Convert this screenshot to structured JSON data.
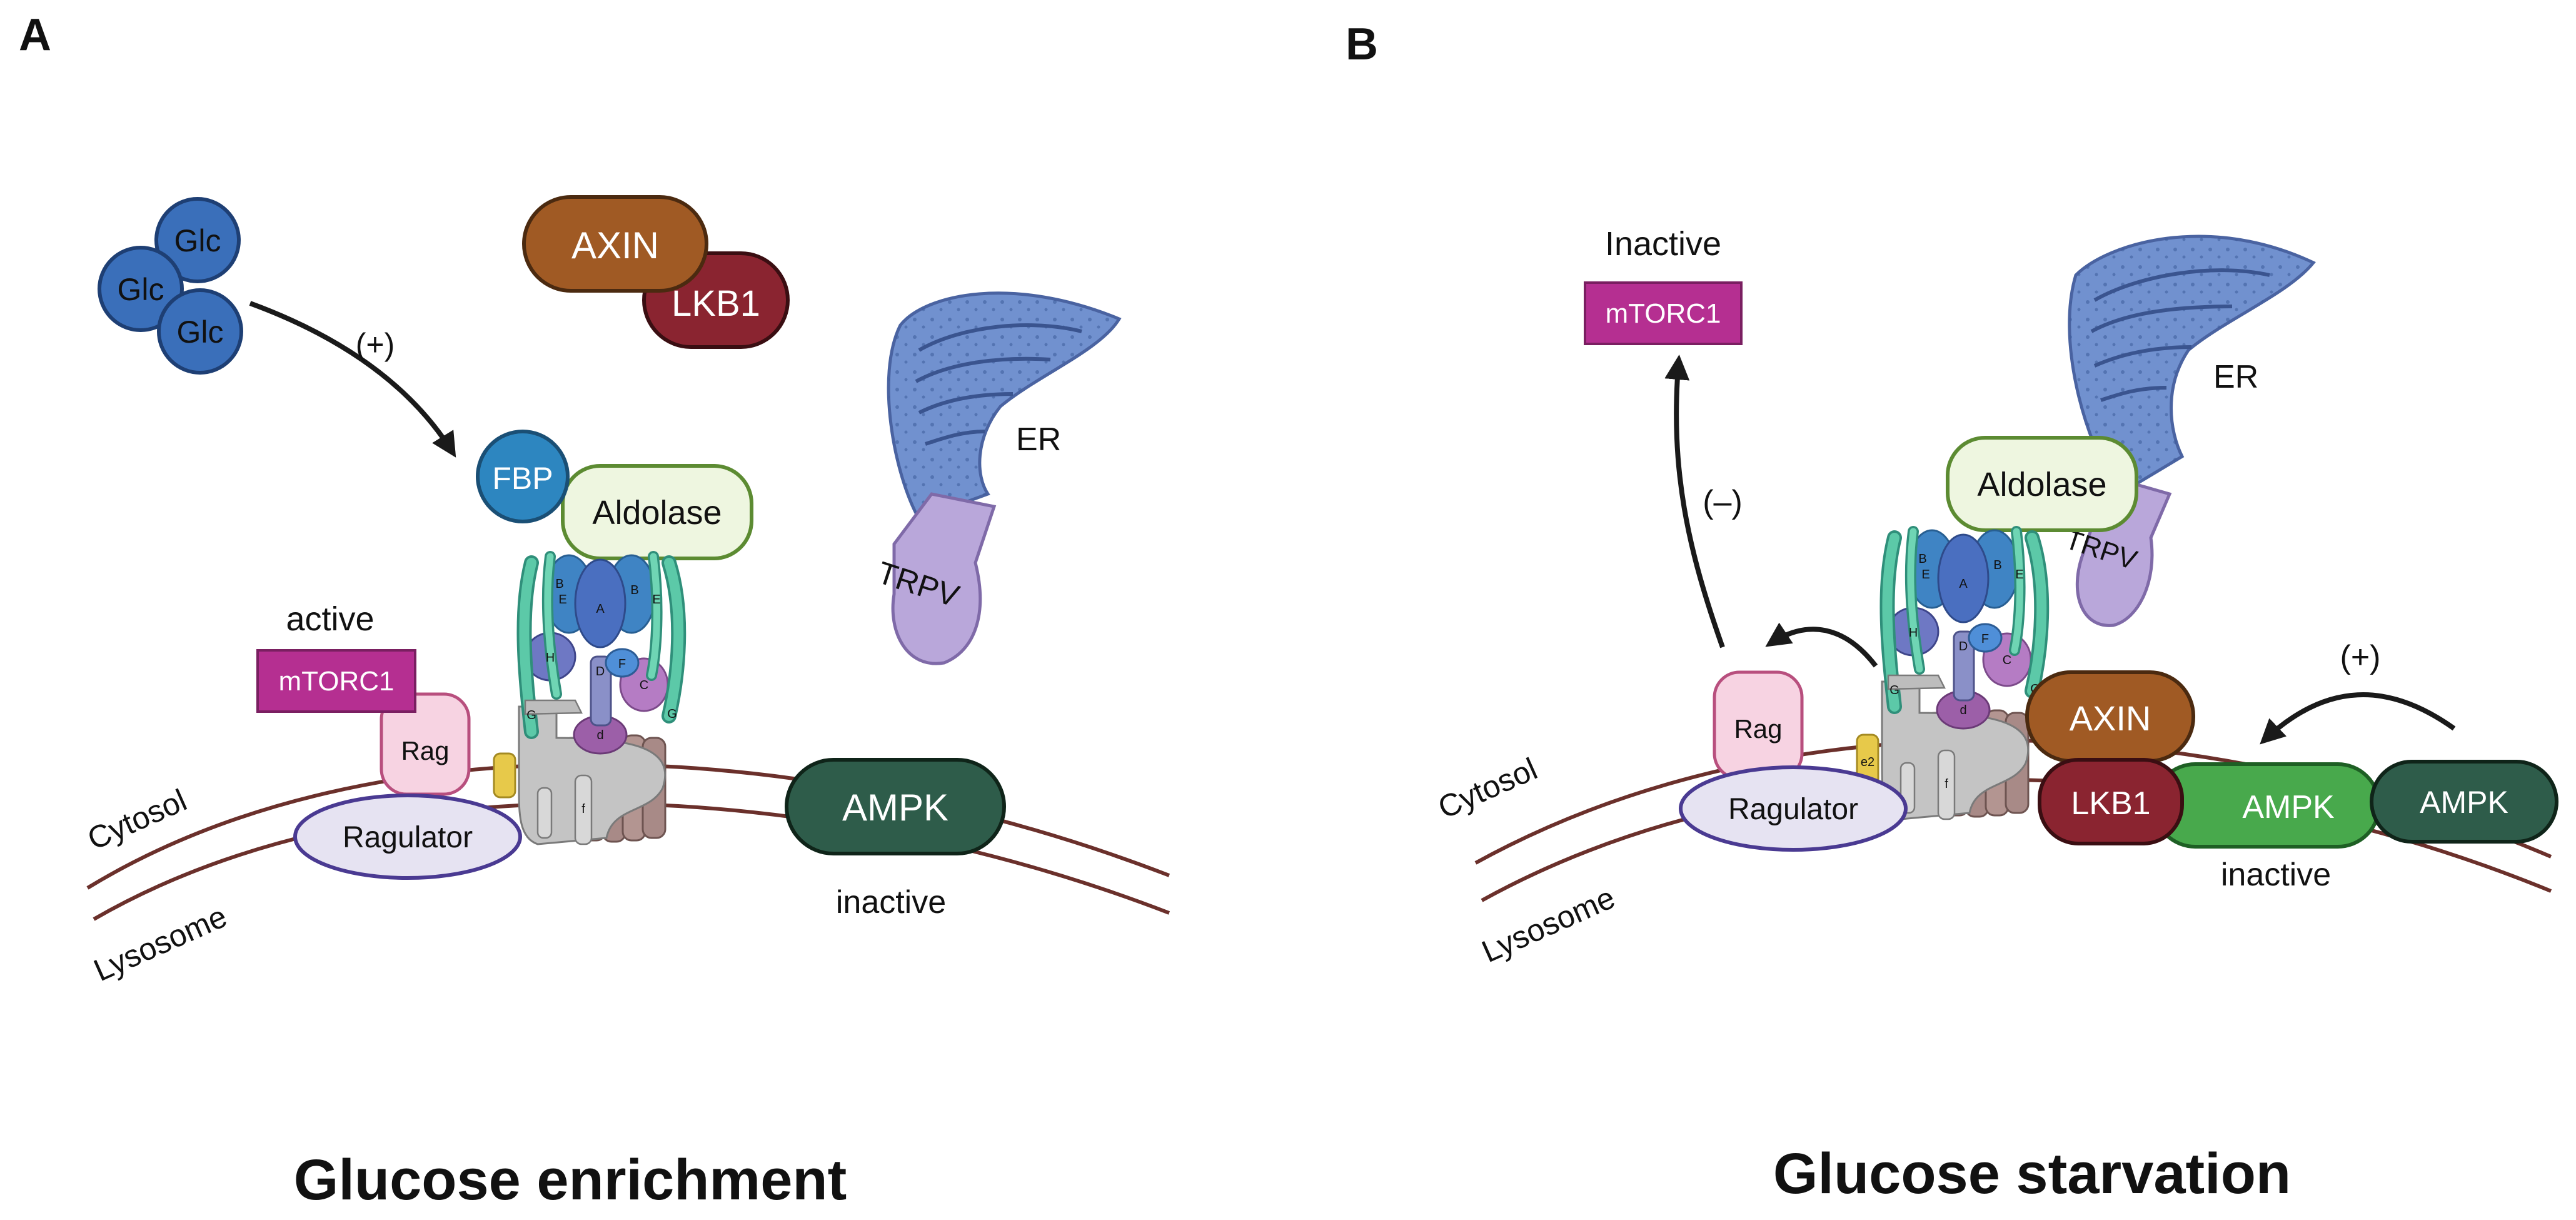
{
  "panels": [
    {
      "letter": "A",
      "caption": "Glucose enrichment",
      "glc": [
        "Glc",
        "Glc",
        "Glc"
      ],
      "activation_sign": "(+)",
      "axin": "AXIN",
      "lkb1": "LKB1",
      "fbp": "FBP",
      "aldolase": "Aldolase",
      "er": "ER",
      "trpv": "TRPV",
      "mtorc1_state": "active",
      "mtorc1": "mTORC1",
      "rag": "Rag",
      "ragulator": "Ragulator",
      "ampk": "AMPK",
      "ampk_state": "inactive",
      "cytosol": "Cytosol",
      "lysosome": "Lysosome",
      "vatpase_subunits": [
        "E",
        "E",
        "B",
        "B",
        "A",
        "H",
        "D",
        "F",
        "C",
        "G",
        "G",
        "d",
        "f"
      ]
    },
    {
      "letter": "B",
      "caption": "Glucose starvation",
      "mtorc1_state": "Inactive",
      "mtorc1": "mTORC1",
      "inhibition_sign": "(–)",
      "er": "ER",
      "trpv": "TRPV",
      "aldolase": "Aldolase",
      "rag": "Rag",
      "ragulator": "Ragulator",
      "axin": "AXIN",
      "lkb1": "LKB1",
      "ampk_bound": "AMPK",
      "ampk_free": "AMPK",
      "ampk_state": "inactive",
      "activation_sign": "(+)",
      "cytosol": "Cytosol",
      "lysosome": "Lysosome",
      "vatpase_subunits": [
        "E",
        "E",
        "B",
        "B",
        "A",
        "H",
        "D",
        "F",
        "C",
        "G",
        "G",
        "d",
        "f",
        "e2"
      ]
    }
  ],
  "colors": {
    "glc": "#3a6fba",
    "axin": "#a05a24",
    "lkb1": "#8a2430",
    "fbp": "#2d86c0",
    "aldolase": "#eef6e0",
    "mtorc1": "#b52f91",
    "rag": "#f7d3e2",
    "ragulator": "#e6e3f2",
    "ampk_dark": "#2e5c4a",
    "ampk_light": "#48a94c",
    "er": "#7191cf",
    "trpv": "#b9a7da",
    "membrane": "#6b302b"
  }
}
